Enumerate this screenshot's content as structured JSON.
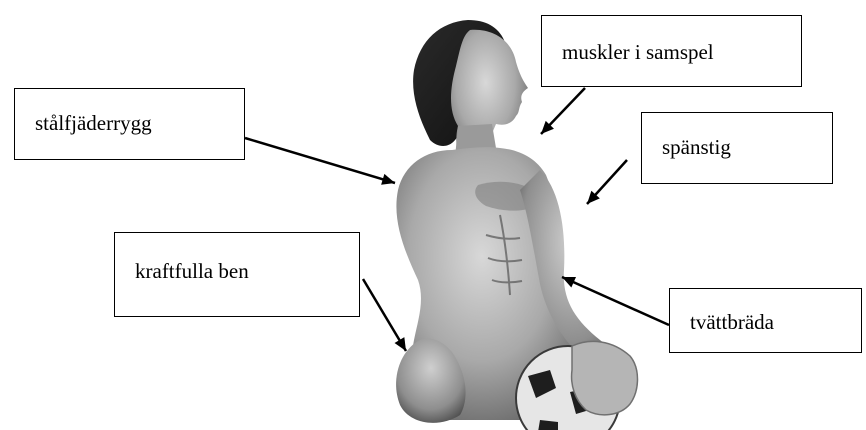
{
  "labels": {
    "muskler": "muskler i samspel",
    "stalfjader": "stålfjäderrygg",
    "spanstig": "spänstig",
    "kraftfulla": "kraftfulla ben",
    "tvattbrada": "tvättbräda"
  },
  "colors": {
    "line": "#000000",
    "box_border": "#000000",
    "background": "#ffffff"
  }
}
